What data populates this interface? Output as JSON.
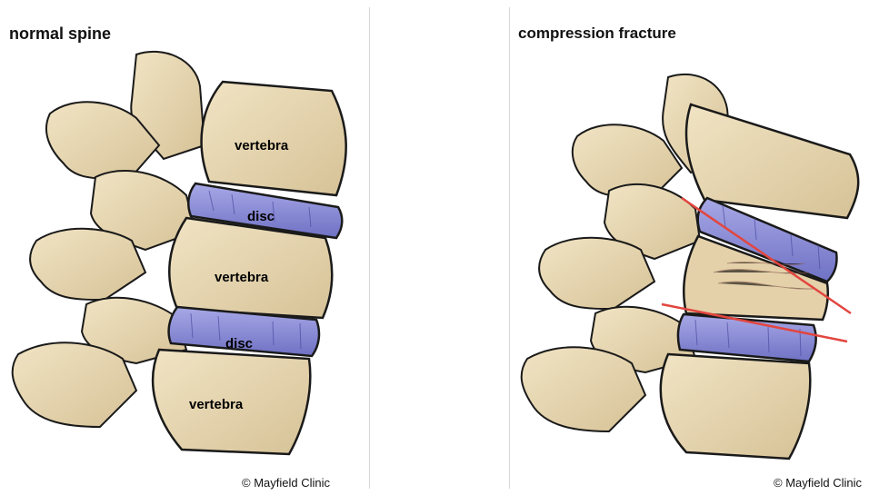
{
  "left_panel": {
    "title": "normal spine",
    "labels": {
      "vertebra_top": "vertebra",
      "disc_top": "disc",
      "vertebra_middle": "vertebra",
      "disc_bottom": "disc",
      "vertebra_bottom": "vertebra"
    },
    "credit": "© Mayfield Clinic"
  },
  "right_panel": {
    "title": "compression fracture",
    "credit": "© Mayfield Clinic"
  },
  "colors": {
    "bone": "#e9d9b4",
    "bone_shadow": "#c9b48a",
    "disc": "#8e8fd6",
    "outline": "#1a1a1a",
    "fracture_line": "#e2463f"
  }
}
